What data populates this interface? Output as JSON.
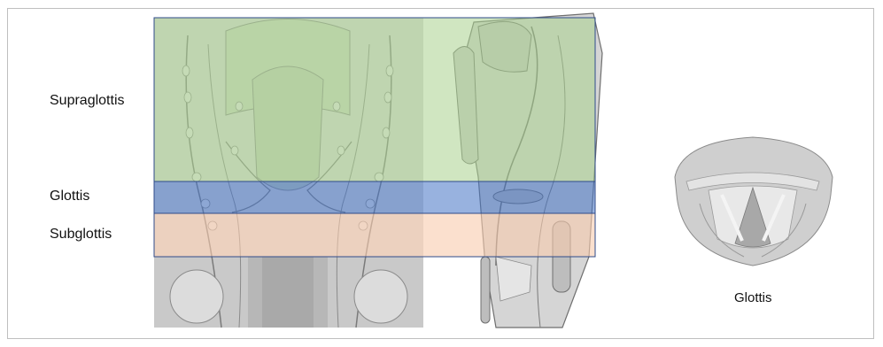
{
  "labels": {
    "supraglottis": "Supraglottis",
    "glottis": "Glottis",
    "subglottis": "Subglottis"
  },
  "caption": "Glottis",
  "colors": {
    "supraglottis": "#a9d18e",
    "glottis": "#4472c4",
    "subglottis": "#f8cbad",
    "region_border": "#2f4b8a",
    "anatomy_gray": "#c8c8c8"
  }
}
